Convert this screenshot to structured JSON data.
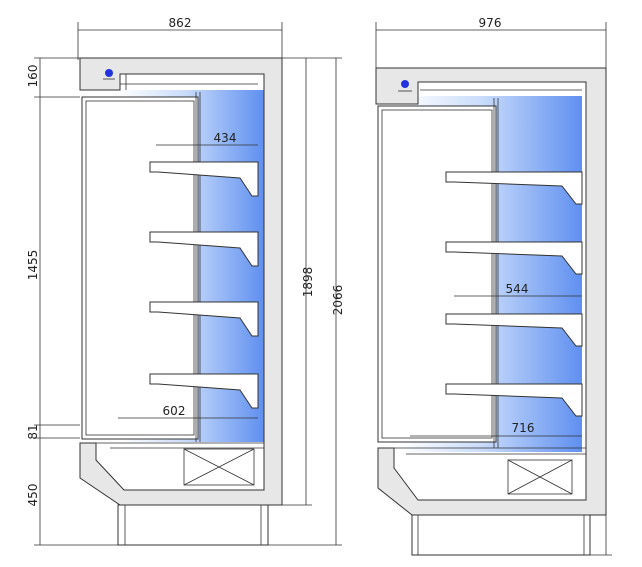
{
  "cabinet_left": {
    "overall_width": "862",
    "top_height": "160",
    "door_height": "1455",
    "base_height": "450",
    "inner_height": "1898",
    "total_height": "2066",
    "shelf_depth": "434",
    "deck_depth": "602",
    "deck_offset": "81"
  },
  "cabinet_right": {
    "overall_width": "976",
    "shelf_depth": "544",
    "deck_depth": "716"
  },
  "colors": {
    "cold_air_blue": "#5f8ff0",
    "cabinet_fill": "#e7e7e7",
    "line": "#333333",
    "fan_blue": "#2233dd"
  }
}
